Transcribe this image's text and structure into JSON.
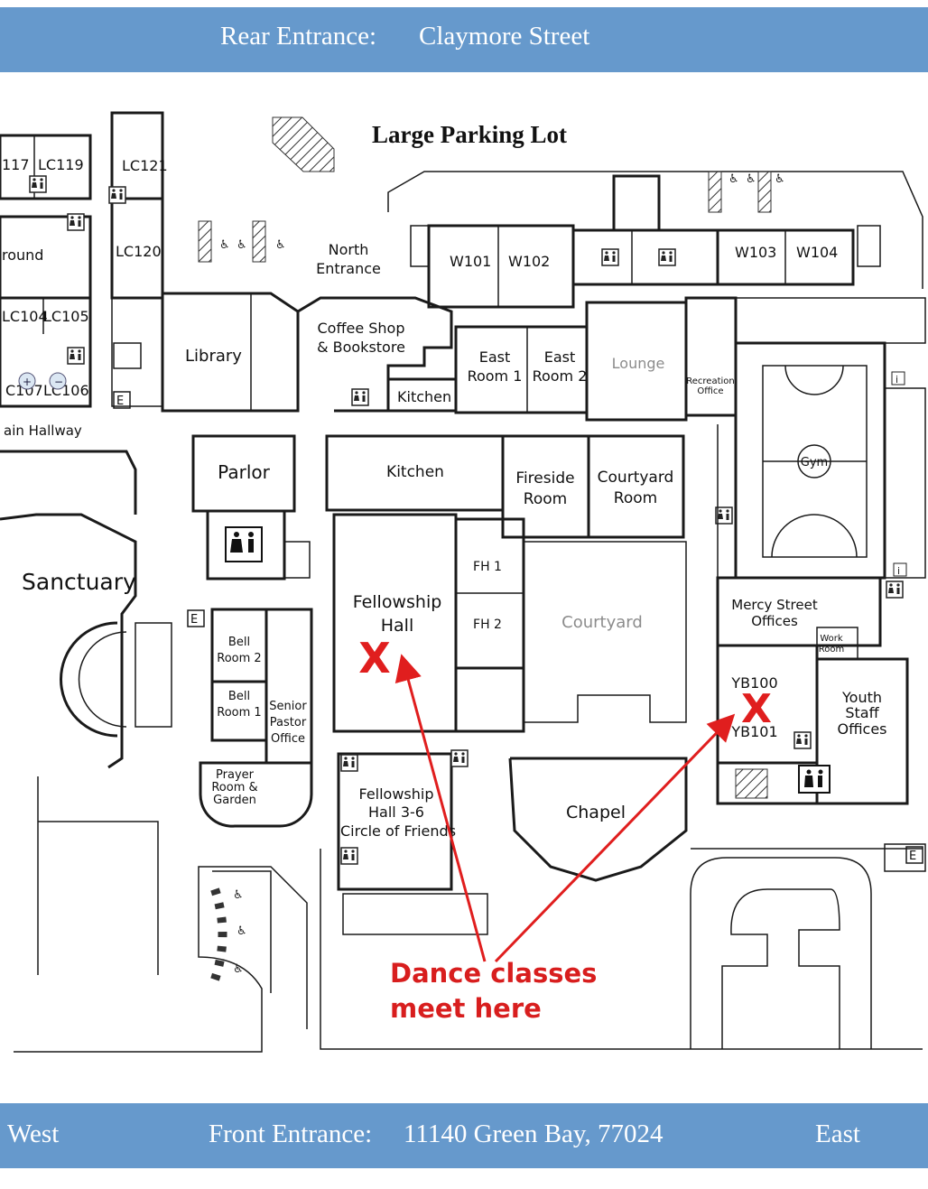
{
  "header": {
    "label": "Rear Entrance:",
    "street": "Claymore Street"
  },
  "footer": {
    "west": "West",
    "label": "Front Entrance:",
    "address": "11140 Green Bay, 77024",
    "east": "East"
  },
  "parking_lot": "Large Parking Lot",
  "rooms": {
    "lc117": "117",
    "lc119": "LC119",
    "lc121": "LC121",
    "lc120": "LC120",
    "background": "round",
    "lc104": "LC104",
    "lc105": "LC105",
    "lc107": "C107",
    "lc106": "LC106",
    "main_hallway": "ain Hallway",
    "library": "Library",
    "north_entrance_1": "North",
    "north_entrance_2": "Entrance",
    "coffee_shop_1": "Coffee Shop",
    "coffee_shop_2": "& Bookstore",
    "kitchen_north": "Kitchen",
    "w101": "W101",
    "w102": "W102",
    "w103": "W103",
    "w104": "W104",
    "east_room1_1": "East",
    "east_room1_2": "Room 1",
    "east_room2_1": "East",
    "east_room2_2": "Room 2",
    "lounge": "Lounge",
    "recreation_1": "Recreation",
    "recreation_2": "Office",
    "gym": "Gym",
    "parlor": "Parlor",
    "kitchen_main": "Kitchen",
    "fireside_1": "Fireside",
    "fireside_2": "Room",
    "courtyard_room_1": "Courtyard",
    "courtyard_room_2": "Room",
    "sanctuary": "Sanctuary",
    "fellowship_1": "Fellowship",
    "fellowship_2": "Hall",
    "fh1": "FH 1",
    "fh2": "FH 2",
    "courtyard": "Courtyard",
    "mercy_1": "Mercy Street",
    "mercy_2": "Offices",
    "work_room_1": "Work",
    "work_room_2": "Room",
    "bell2_1": "Bell",
    "bell2_2": "Room 2",
    "bell1_1": "Bell",
    "bell1_2": "Room 1",
    "senior_1": "Senior",
    "senior_2": "Pastor",
    "senior_3": "Office",
    "yb100": "YB100",
    "yb101": "YB101",
    "youth_1": "Youth",
    "youth_2": "Staff",
    "youth_3": "Offices",
    "prayer_1": "Prayer",
    "prayer_2": "Room &",
    "prayer_3": "Garden",
    "fh36_1": "Fellowship",
    "fh36_2": "Hall 3-6",
    "fh36_3": "Circle of Friends",
    "chapel": "Chapel",
    "elevator": "E"
  },
  "markers": {
    "x": "X",
    "color": "#e01e1e"
  },
  "callout": {
    "line1": "Dance classes",
    "line2": "meet here",
    "color": "#d81e1e"
  },
  "icons": [
    "restroom-icon",
    "accessible-parking-icon",
    "elevator-icon",
    "info-icon",
    "zoom-in-icon",
    "zoom-out-icon"
  ]
}
